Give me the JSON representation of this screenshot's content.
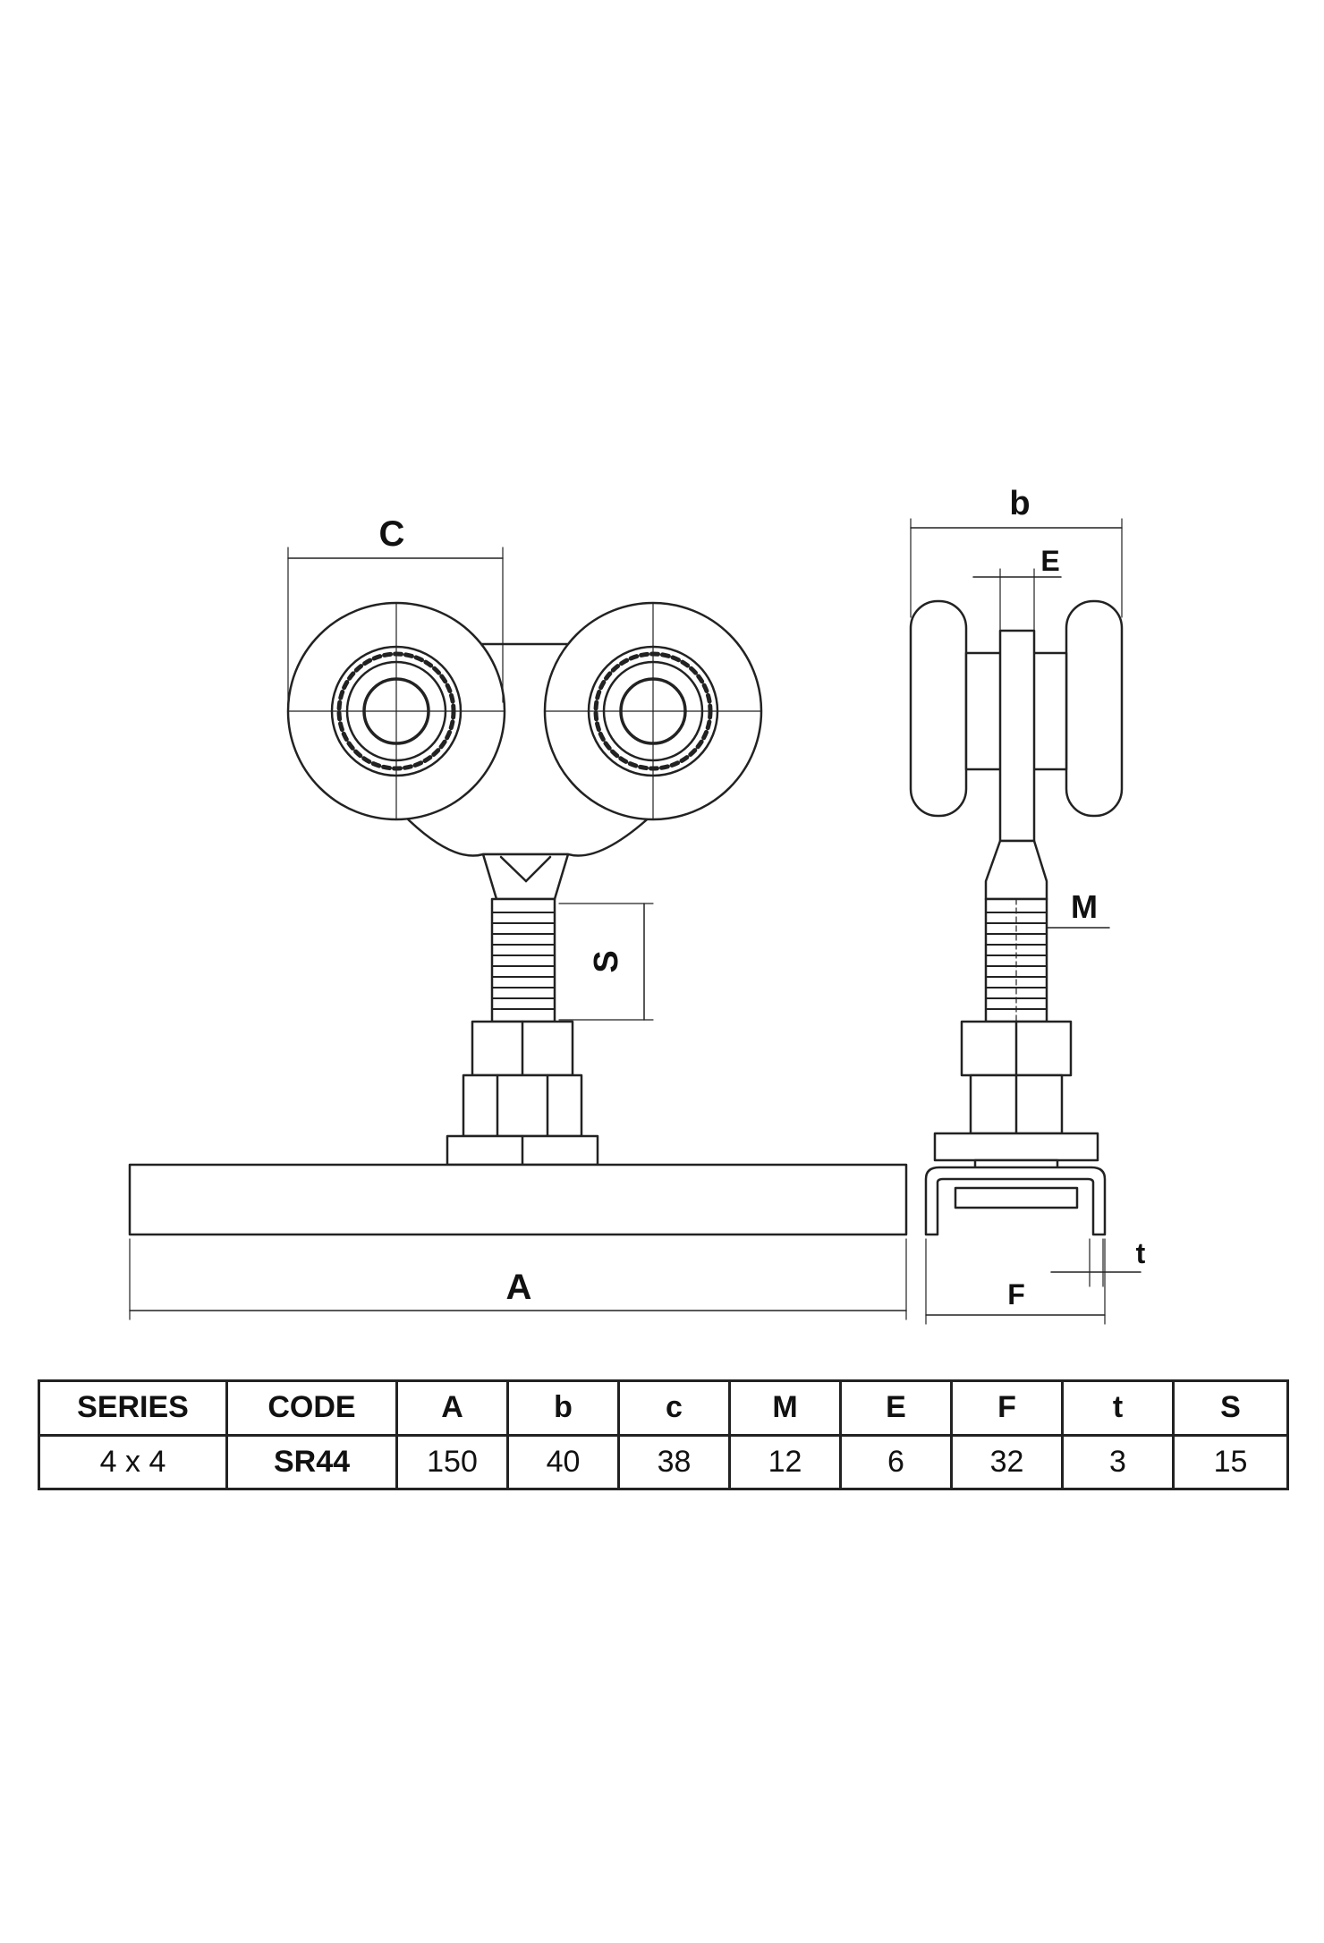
{
  "diagram": {
    "front_view_labels": {
      "c": "C",
      "s": "S",
      "a": "A"
    },
    "side_view_labels": {
      "b": "b",
      "e": "E",
      "m": "M",
      "f": "F",
      "t": "t"
    }
  },
  "spec_table": {
    "headers": [
      "SERIES",
      "CODE",
      "A",
      "b",
      "c",
      "M",
      "E",
      "F",
      "t",
      "S"
    ],
    "values": [
      "4 x 4",
      "SR44",
      "150",
      "40",
      "38",
      "12",
      "6",
      "32",
      "3",
      "15"
    ]
  }
}
